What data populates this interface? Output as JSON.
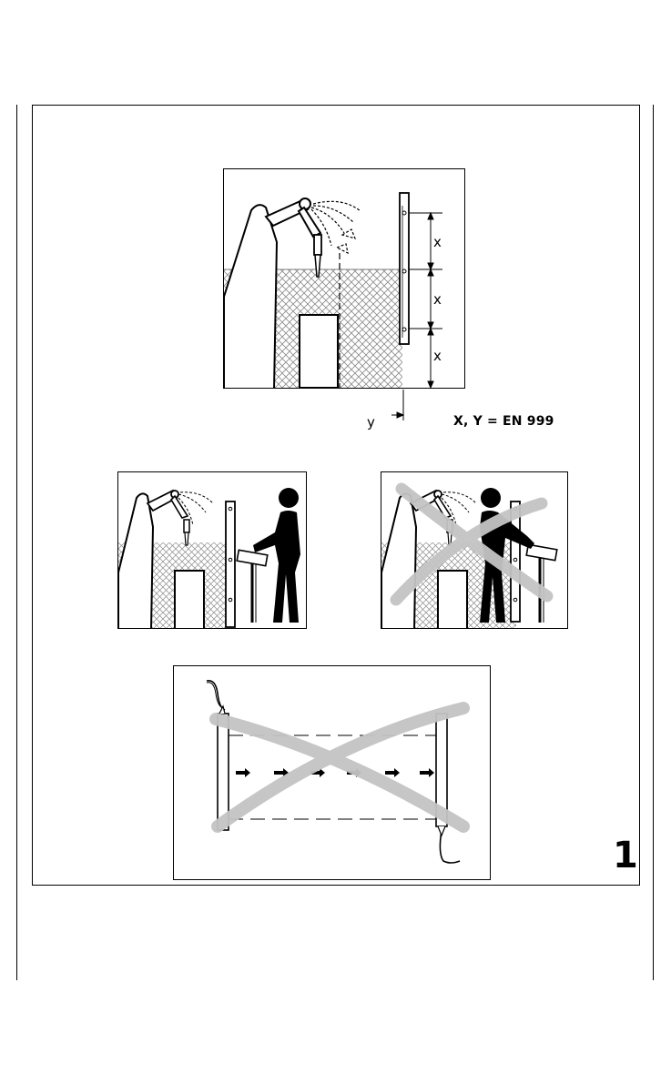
{
  "figure_top": {
    "dimension_labels": [
      "x",
      "x",
      "x"
    ],
    "dimension_y_label": "y"
  },
  "formula": "X, Y = EN 999",
  "page_number": "1",
  "colors": {
    "ink": "#000000",
    "cross_out": "#c4c4c4",
    "hatch": "#8a8a8a"
  }
}
